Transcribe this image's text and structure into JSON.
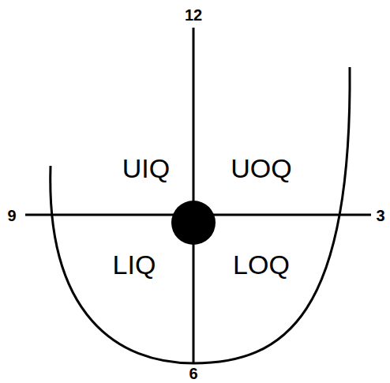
{
  "diagram": {
    "labels": [
      "12",
      "UIQ",
      "UOQ",
      "9",
      "3",
      "LIQ",
      "LOQ",
      "6"
    ]
  }
}
